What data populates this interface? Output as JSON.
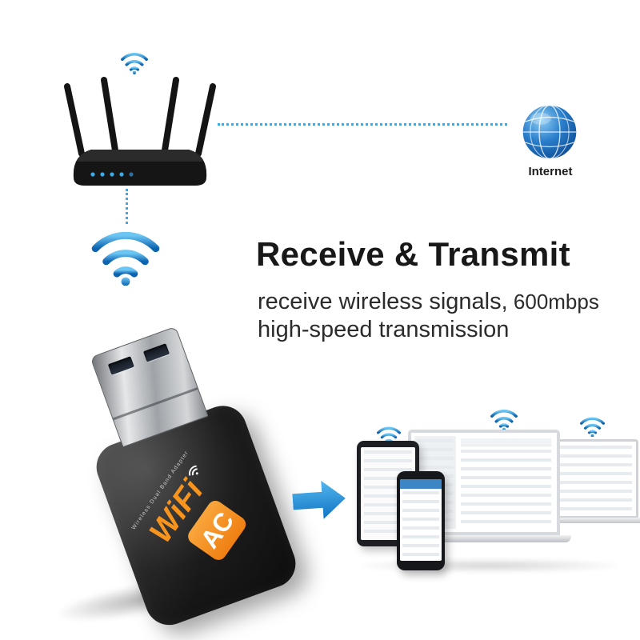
{
  "palette": {
    "accent_blue": "#3aa9e8",
    "wifi_gradient_top": "#6cc6f3",
    "wifi_gradient_bottom": "#0c63b0",
    "arrow_blue_top": "#54b7ee",
    "arrow_blue_bottom": "#1174c4",
    "orange": "#f7941e",
    "headline_black": "#181818",
    "body_text": "#2b2b2b"
  },
  "headline": {
    "title": "Receive & Transmit",
    "subtitle_line1": "receive wireless signals,",
    "subtitle_speed": " 600mbps",
    "subtitle_line2": "high-speed transmission"
  },
  "internet": {
    "label": "Internet"
  },
  "adapter": {
    "print_small": "Wireless Dual Band Adapter",
    "print_brand": "WiFi",
    "print_badge": "AC"
  },
  "icons": {
    "router_signal": "wifi-icon",
    "receiver_signal": "wifi-icon",
    "internet_globe": "globe-icon",
    "transfer_arrow": "right-arrow-icon",
    "device_signals": [
      "wifi-icon",
      "wifi-icon",
      "wifi-icon"
    ]
  }
}
